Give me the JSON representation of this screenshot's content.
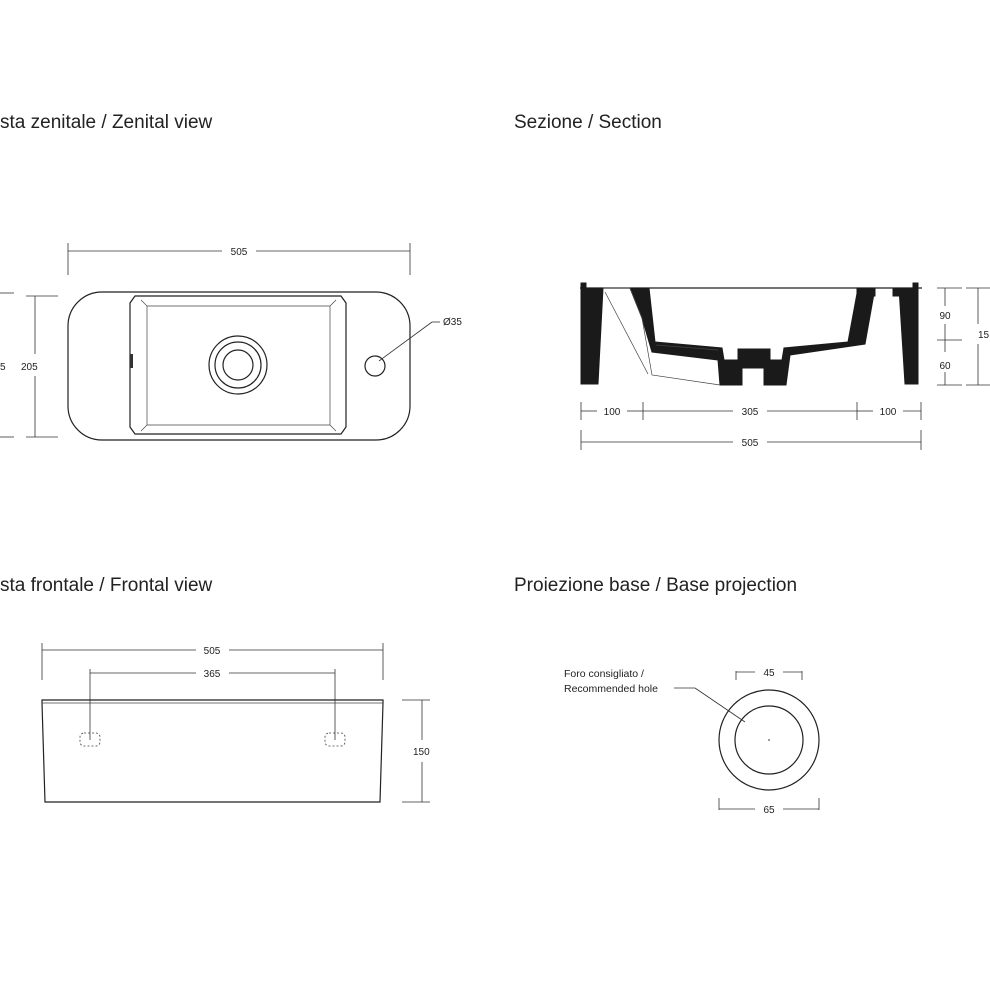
{
  "views": {
    "zenital": {
      "title": "sta zenitale / Zenital view",
      "width_dim": "505",
      "depth_dim": "205",
      "edge_dim_partial": "5",
      "hole_dim": "Ø35"
    },
    "section": {
      "title": "Sezione / Section",
      "upper_height_dim": "90",
      "lower_height_dim": "60",
      "total_height_dim_partial": "15",
      "left_dim": "100",
      "center_dim": "305",
      "right_dim": "100",
      "total_width_dim": "505"
    },
    "frontal": {
      "title": "sta frontale / Frontal view",
      "width_dim": "505",
      "fixing_dim": "365",
      "height_dim": "150"
    },
    "base": {
      "title": "Proiezione base / Base projection",
      "note_line1": "Foro consigliato /",
      "note_line2": "Recommended hole",
      "inner_dim": "45",
      "outer_dim": "65"
    }
  }
}
